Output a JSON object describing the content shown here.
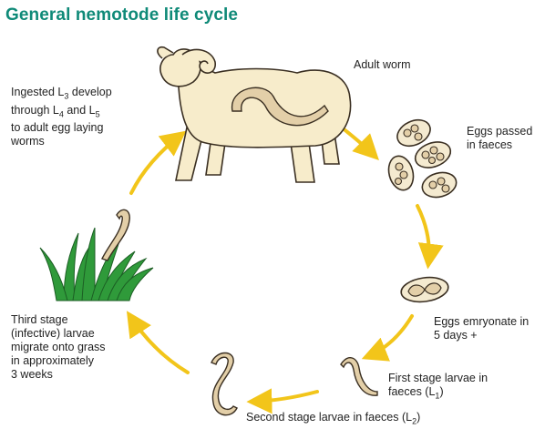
{
  "title": "General nemotode life cycle",
  "colors": {
    "title": "#0f8a78",
    "arrow": "#f2c51a",
    "sheep_fill": "#f7eccb",
    "outline": "#3a2f22",
    "worm_fill": "#e3cfa8",
    "grass": "#2f9a3a"
  },
  "labels": {
    "adult": "Adult worm",
    "eggs_passed": {
      "line1": "Eggs passed",
      "line2": "in faeces"
    },
    "eggs_embryonate": {
      "line1": "Eggs emryonate in",
      "line2": "5 days +"
    },
    "first_stage": {
      "line1": "First stage larvae in",
      "line2_pre": "faeces (L",
      "line2_sub": "1",
      "line2_post": ")"
    },
    "second_stage": {
      "pre": "Second stage larvae in faeces (L",
      "sub": "2",
      "post": ")"
    },
    "third_stage": [
      "Third stage",
      "(infective) larvae",
      "migrate onto grass",
      "in approximately",
      "3 weeks"
    ],
    "ingested": {
      "line1_pre": "Ingested L",
      "line1_sub": "3",
      "line1_post": " develop",
      "line2_pre": "through L",
      "line2_sub1": "4",
      "line2_mid": " and L",
      "line2_sub2": "5",
      "line3": "to adult egg laying",
      "line4": "worms"
    }
  },
  "icons": [
    "sheep-icon",
    "adult-worm-icon",
    "egg-icon",
    "embryonated-egg-icon",
    "first-larva-icon",
    "second-larva-icon",
    "grass-icon",
    "third-larva-icon",
    "cycle-arrow-icon"
  ]
}
